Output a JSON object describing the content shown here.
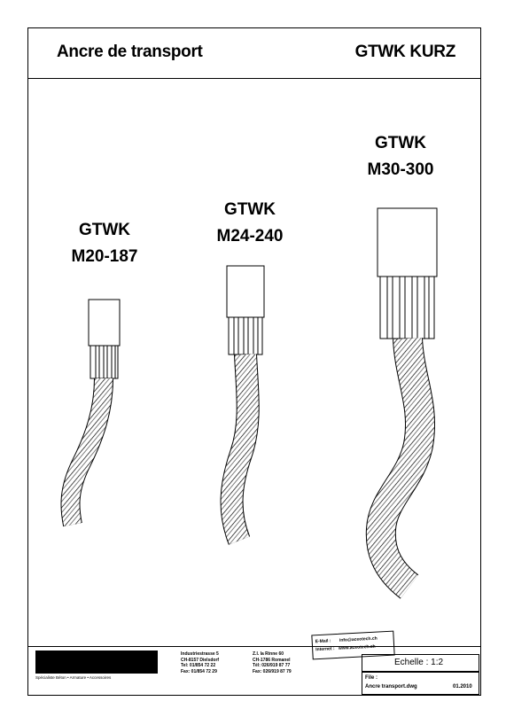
{
  "header": {
    "title_left": "Ancre de transport",
    "title_right": "GTWK KURZ"
  },
  "anchors": [
    {
      "name_line1": "GTWK",
      "name_line2": "M20-187"
    },
    {
      "name_line1": "GTWK",
      "name_line2": "M24-240"
    },
    {
      "name_line1": "GTWK",
      "name_line2": "M30-300"
    }
  ],
  "title_block": {
    "logo_caption": "Spécialiste Béton • Armature • Accessoires",
    "address_ch": [
      "Industriestrasse 5",
      "CH-8157 Dielsdorf",
      "Tel: 01/854 72 22",
      "Fax: 01/854 72 29"
    ],
    "address_fr": [
      "Z.I. la Rinne 60",
      "CH-1786 Romanel",
      "Tél: 026/919 87 77",
      "Fax: 026/919 87 79"
    ],
    "email_label": "E-Mail :",
    "email_value": "info@aceotech.ch",
    "internet_label": "Internet :",
    "internet_value": "www.aceotech.ch",
    "scale": "Echelle : 1:2",
    "file_label": "File :",
    "file_value": "Ancre transport.dwg",
    "date": "01.2010"
  }
}
